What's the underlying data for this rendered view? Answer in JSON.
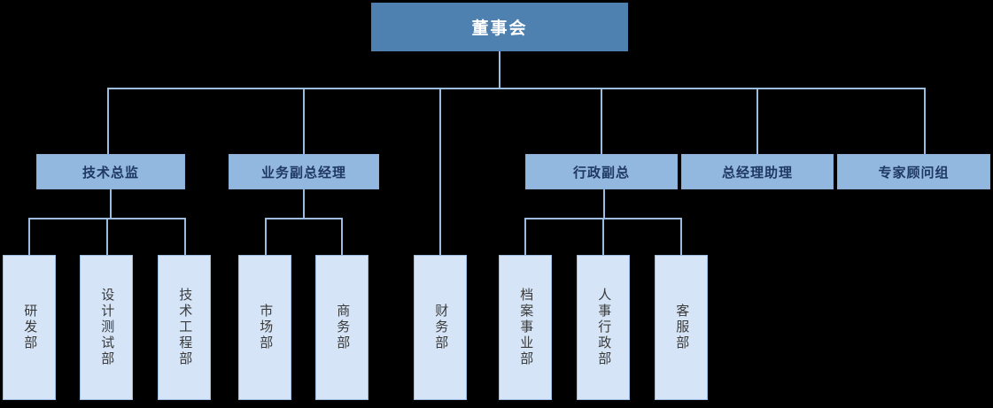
{
  "chart_data": {
    "type": "diagram",
    "diagram_kind": "organization-chart",
    "title": "",
    "orientation": "top-down",
    "levels": 3,
    "colors": {
      "root_fill": "#4E81B0",
      "root_text": "#FFFFFF",
      "level2_fill": "#93B8DF",
      "level2_text": "#1F3864",
      "leaf_fill": "#D5E5F7",
      "leaf_text": "#3A3A3A",
      "connector": "#9CBCE0",
      "background": "#000000"
    },
    "nodes": [
      {
        "id": "board",
        "label": "董事会",
        "level": 1,
        "parent": null
      },
      {
        "id": "cto",
        "label": "技术总监",
        "level": 2,
        "parent": "board"
      },
      {
        "id": "bizvp",
        "label": "业务副总经理",
        "level": 2,
        "parent": "board"
      },
      {
        "id": "adminvp",
        "label": "行政副总",
        "level": 2,
        "parent": "board"
      },
      {
        "id": "gmasst",
        "label": "总经理助理",
        "level": 2,
        "parent": "board"
      },
      {
        "id": "expert",
        "label": "专家顾问组",
        "level": 2,
        "parent": "board"
      },
      {
        "id": "rd",
        "label": "研发部",
        "level": 3,
        "parent": "cto"
      },
      {
        "id": "qa",
        "label": "设计测试部",
        "level": 3,
        "parent": "cto"
      },
      {
        "id": "eng",
        "label": "技术工程部",
        "level": 3,
        "parent": "cto"
      },
      {
        "id": "market",
        "label": "市场部",
        "level": 3,
        "parent": "bizvp"
      },
      {
        "id": "commerce",
        "label": "商务部",
        "level": 3,
        "parent": "bizvp"
      },
      {
        "id": "finance",
        "label": "财务部",
        "level": 3,
        "parent": "board"
      },
      {
        "id": "archive",
        "label": "档案事业部",
        "level": 3,
        "parent": "adminvp"
      },
      {
        "id": "hr",
        "label": "人事行政部",
        "level": 3,
        "parent": "adminvp"
      },
      {
        "id": "service",
        "label": "客服部",
        "level": 3,
        "parent": "adminvp"
      }
    ]
  },
  "root": {
    "label": "董事会"
  },
  "level2": {
    "cto": "技术总监",
    "bizvp": "业务副总经理",
    "adminvp": "行政副总",
    "gmasst": "总经理助理",
    "expert": "专家顾问组"
  },
  "leaves": {
    "rd": "研发部",
    "qa": "设计测试部",
    "eng": "技术工程部",
    "market": "市场部",
    "commerce": "商务部",
    "finance": "财务部",
    "archive": "档案事业部",
    "hr": "人事行政部",
    "service": "客服部"
  }
}
